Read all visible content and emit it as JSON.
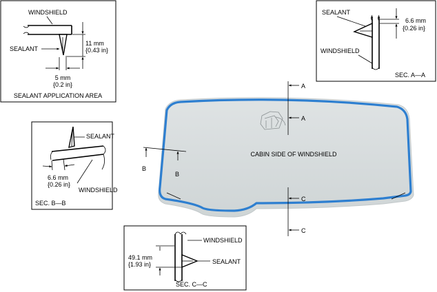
{
  "colors": {
    "glass": "#d7dcdd",
    "glass_edge": "#c2c8ca",
    "sealant_band": "#2e7fd0",
    "line": "#000000",
    "background": "#ffffff"
  },
  "windshield_view": {
    "center_label": "CABIN SIDE OF WINDSHIELD",
    "sections": [
      {
        "marker": "A"
      },
      {
        "marker": "A"
      },
      {
        "marker": "B"
      },
      {
        "marker": "B"
      },
      {
        "marker": "C"
      },
      {
        "marker": "C"
      }
    ]
  },
  "application_area": {
    "title": "SEALANT APPLICATION AREA",
    "windshield_label": "WINDSHIELD",
    "sealant_label": "SEALANT",
    "height_mm": "11 mm",
    "height_in": "{0.43 in}",
    "width_mm": "5 mm",
    "width_in": "{0.2 in}"
  },
  "sec_a": {
    "title": "SEC. A—A",
    "sealant_label": "SEALANT",
    "windshield_label": "WINDSHIELD",
    "dim_mm": "6.6 mm",
    "dim_in": "{0.26 in}"
  },
  "sec_b": {
    "title": "SEC. B—B",
    "sealant_label": "SEALANT",
    "windshield_label": "WINDSHIELD",
    "dim_mm": "6.6 mm",
    "dim_in": "{0.26 in}"
  },
  "sec_c": {
    "title": "SEC. C—C",
    "windshield_label": "WINDSHIELD",
    "sealant_label": "SEALANT",
    "dim_mm": "49.1 mm",
    "dim_in": "{1.93 in}"
  }
}
